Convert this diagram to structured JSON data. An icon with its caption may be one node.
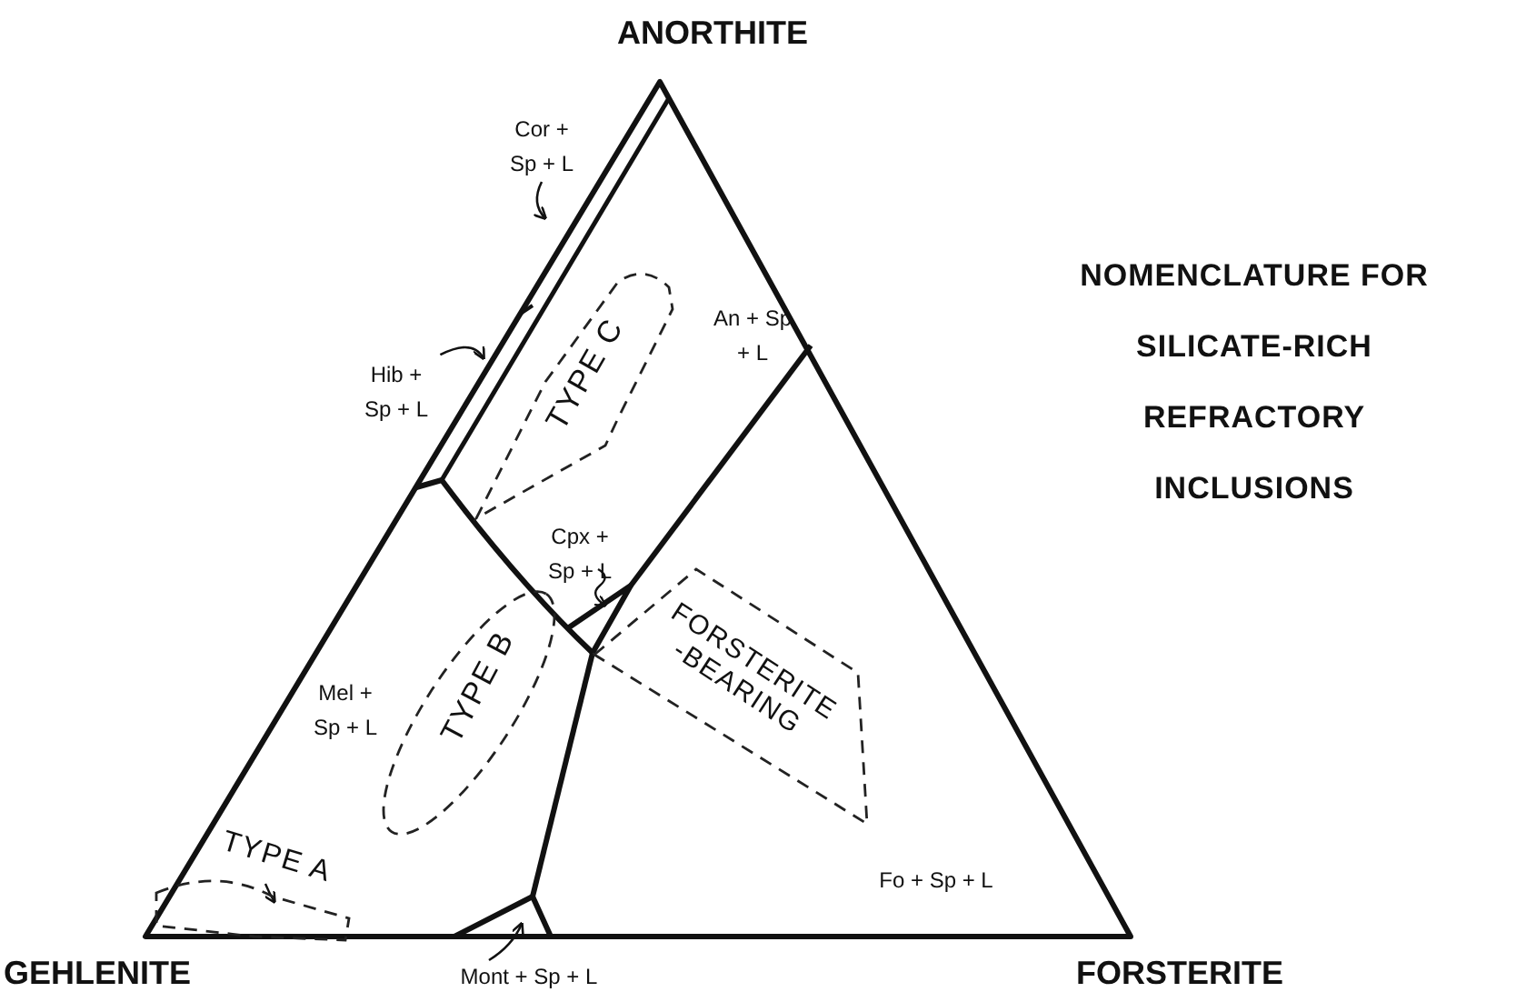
{
  "diagram": {
    "title": "NOMENCLATURE FOR SILICATE-RICH REFRACTORY INCLUSIONS",
    "nodes": [
      {
        "text": [
          "TYPE C"
        ]
      },
      {
        "text": [
          "TYPE B"
        ]
      },
      {
        "text": [
          "FORSTERITE -BEARING"
        ]
      },
      {
        "text": [
          "TYPE A"
        ]
      },
      {
        "text": [
          "Cor + Sp + L"
        ]
      },
      {
        "text": [
          "Hib + Sp + L"
        ]
      },
      {
        "text": [
          "Mont + Sp + L"
        ]
      }
    ],
    "edges": [
      {
        "from": 4,
        "to": null,
        "arrow": "to"
      },
      {
        "from": 5,
        "to": null,
        "arrow": "to"
      },
      {
        "from": 6,
        "to": null,
        "arrow": "to"
      }
    ],
    "labels": [
      "ANORTHITE",
      "An + Sp + L",
      "Cpx + Sp + L",
      "Mel + Sp + L",
      "Fo + Sp + L",
      "GEHLENITE",
      "FORSTERITE"
    ]
  }
}
